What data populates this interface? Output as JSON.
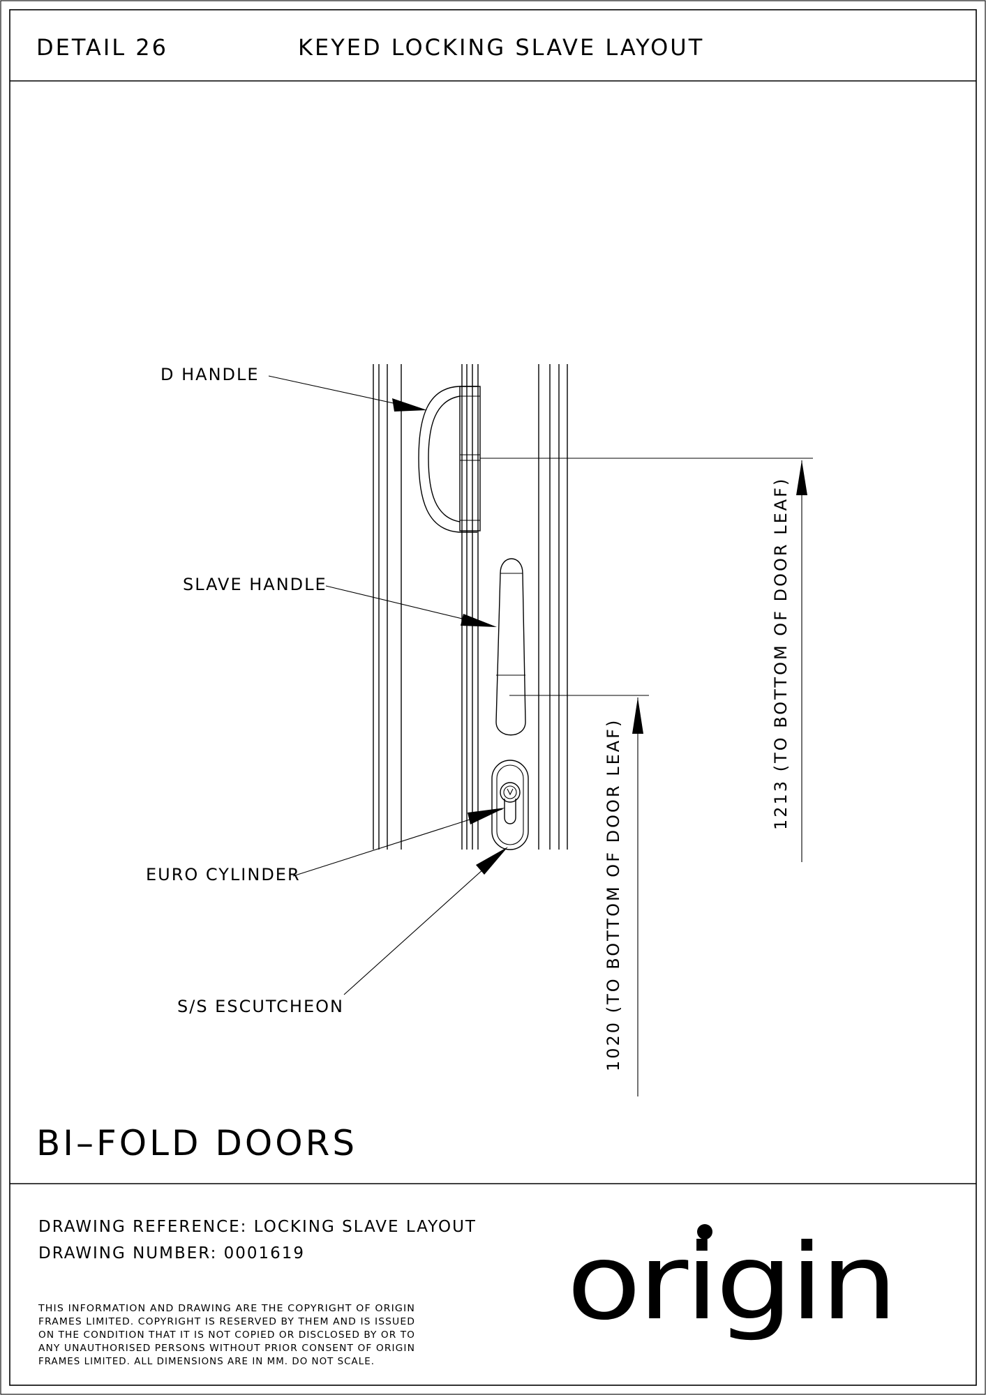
{
  "header": {
    "detail": "DETAIL 26",
    "title": "KEYED LOCKING SLAVE LAYOUT"
  },
  "labels": {
    "d_handle": "D HANDLE",
    "slave_handle": "SLAVE HANDLE",
    "euro_cylinder": "EURO CYLINDER",
    "escutcheon": "S/S ESCUTCHEON"
  },
  "dimensions": {
    "dim_1213": "1213 (TO BOTTOM OF DOOR LEAF)",
    "dim_1020": "1020 (TO BOTTOM OF DOOR LEAF)"
  },
  "product": "BI–FOLD DOORS",
  "footer": {
    "drawing_reference": "DRAWING REFERENCE: LOCKING SLAVE LAYOUT",
    "drawing_number": "DRAWING NUMBER: 0001619",
    "copyright_lines": [
      "THIS INFORMATION AND DRAWING ARE THE COPYRIGHT OF ORIGIN",
      "FRAMES LIMITED. COPYRIGHT IS RESERVED BY THEM AND IS ISSUED",
      "ON THE CONDITION THAT IT IS NOT COPIED OR DISCLOSED BY OR TO",
      "ANY UNAUTHORISED PERSONS WITHOUT PRIOR CONSENT OF ORIGIN",
      "FRAMES LIMITED. ALL DIMENSIONS ARE IN MM. DO NOT SCALE."
    ]
  },
  "logo": {
    "text": "origin"
  }
}
